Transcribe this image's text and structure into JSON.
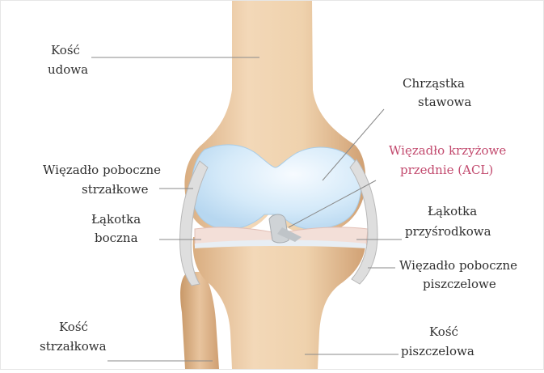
{
  "labels": {
    "femur": [
      "Kość",
      "udowa"
    ],
    "cartilage": [
      "Chrząstka",
      "stawowa"
    ],
    "lcl": [
      "Więzadło poboczne",
      "strzałkowe"
    ],
    "acl": [
      "Więzadło krzyżowe",
      "przednie (ACL)"
    ],
    "lateral_meniscus": [
      "Łąkotka",
      "boczna"
    ],
    "medial_meniscus": [
      "Łąkotka",
      "przyśrodkowa"
    ],
    "mcl": [
      "Więzadło poboczne",
      "piszczelowe"
    ],
    "fibula": [
      "Kość",
      "strzałkowa"
    ],
    "tibia": [
      "Kość",
      "piszczelowa"
    ]
  },
  "colors": {
    "bone": "#e9c9a3",
    "bone_shadow": "#c99b6e",
    "cartilage": "#cfe7f8",
    "meniscus": "#f1ddd6",
    "ligament": "#d9d9d9",
    "acl_text": "#c24a6e",
    "leader_line": "#8a8a8a"
  }
}
